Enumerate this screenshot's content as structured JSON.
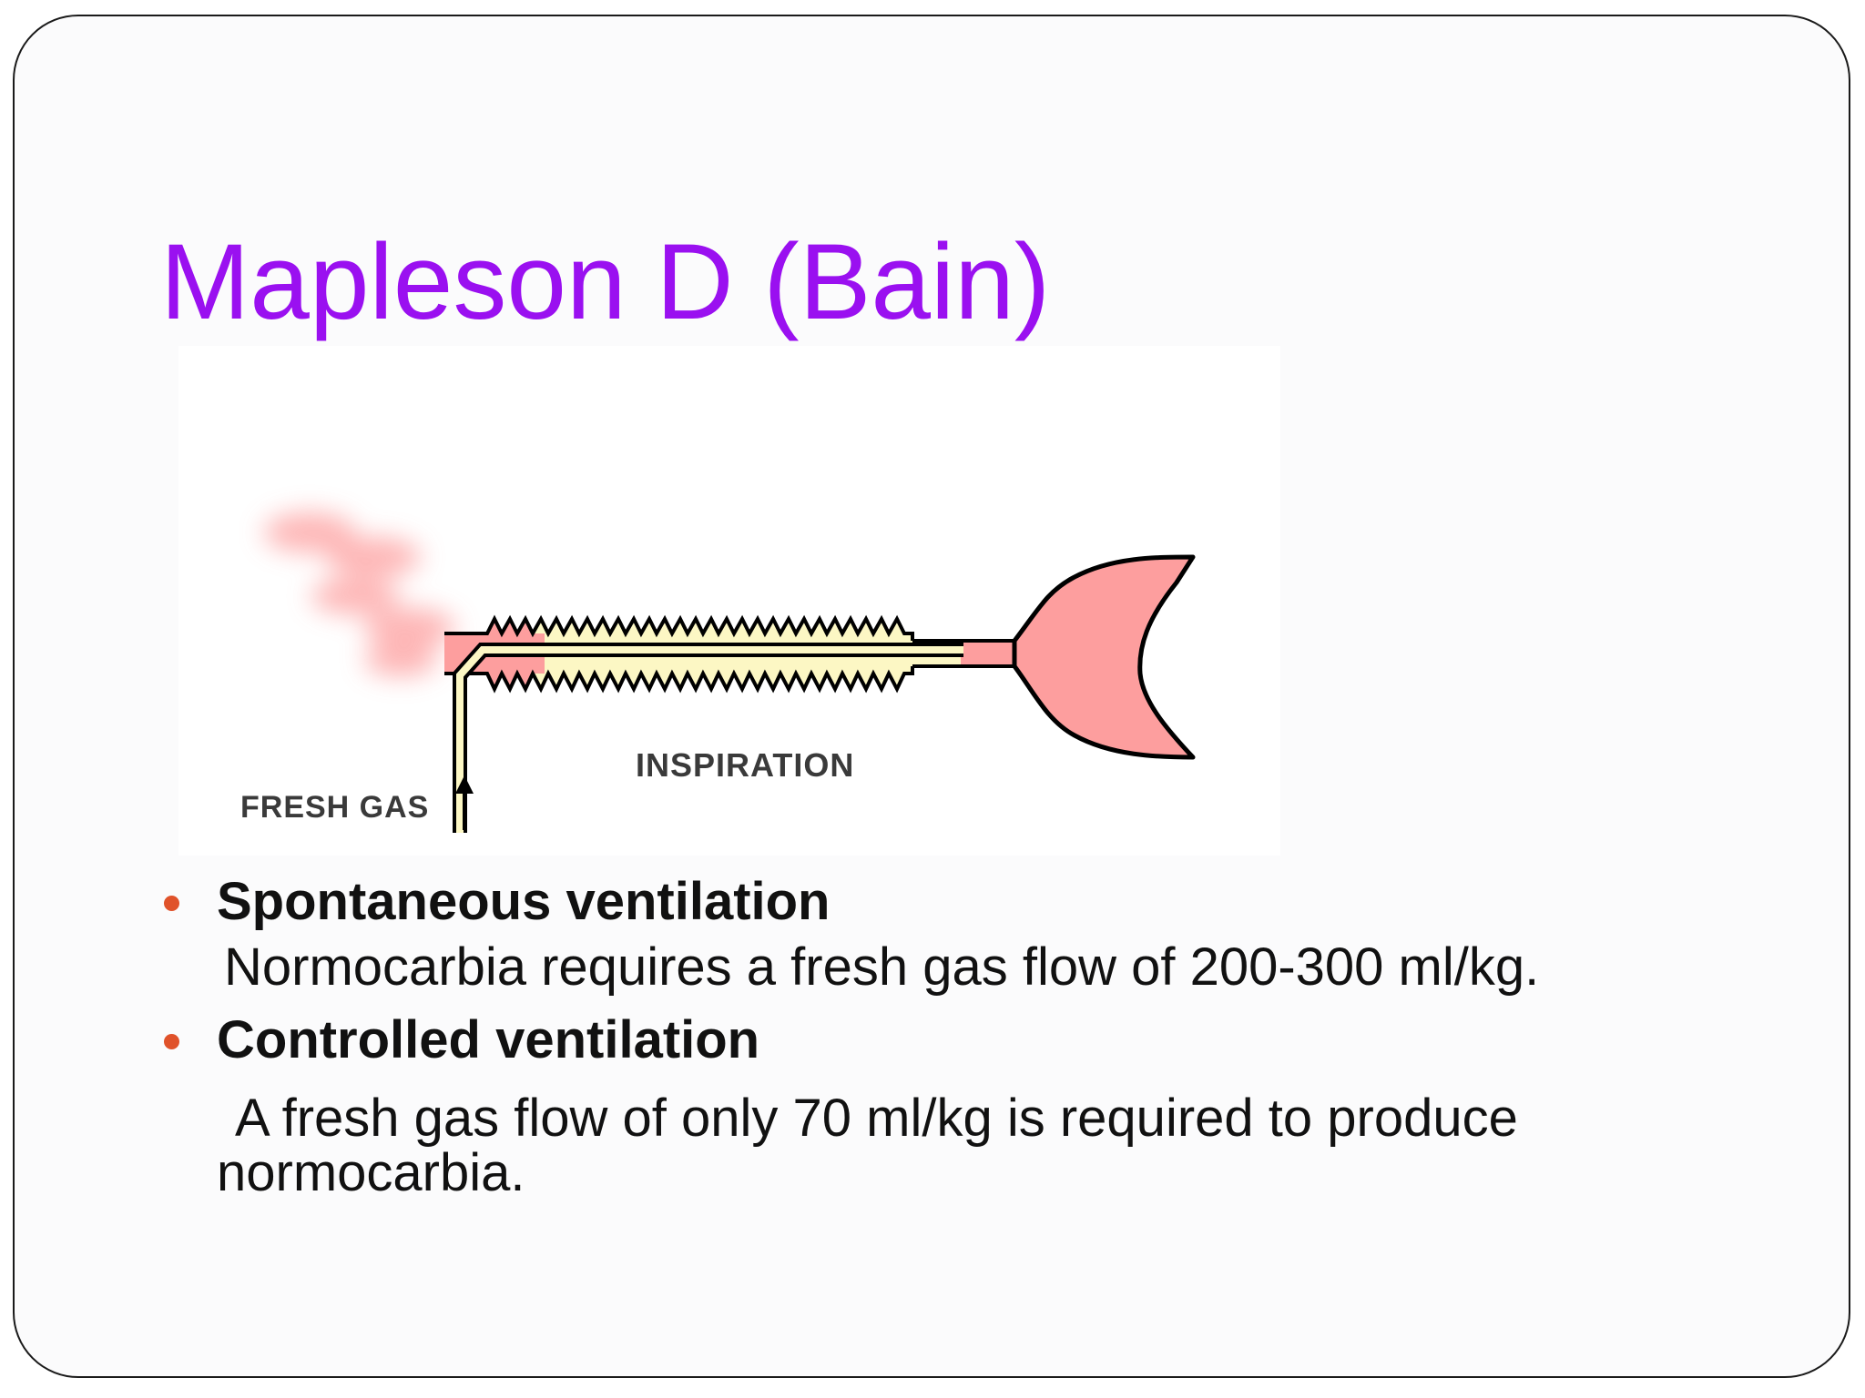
{
  "slide": {
    "title": "Mapleson D (Bain)",
    "diagram": {
      "label_inspiration": "INSPIRATION",
      "label_fresh_gas": "FRESH GAS",
      "colors": {
        "tube": "#fcf7c4",
        "bag_and_flow": "#fd9e9e",
        "outline": "#000000"
      }
    },
    "bullets": [
      {
        "heading": "Spontaneous ventilation",
        "body": "Normocarbia requires a fresh gas flow of 200-300 ml/kg."
      },
      {
        "heading": "Controlled ventilation",
        "body_line1": "A fresh gas flow of only 70 ml/kg is required to produce",
        "body_line2": "normocarbia."
      }
    ],
    "colors": {
      "title": "#9a10f0",
      "bullet_dot": "#e0522a",
      "text": "#111111"
    }
  }
}
